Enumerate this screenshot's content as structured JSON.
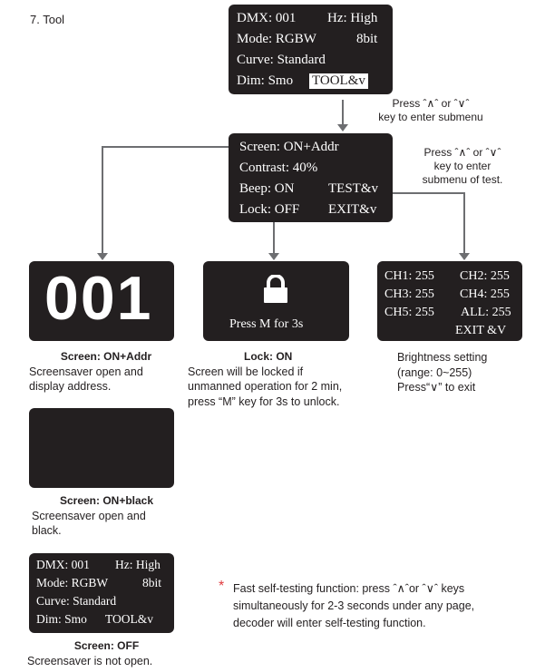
{
  "section_title": "7. Tool",
  "main_screen": {
    "r1_left": "DMX: 001",
    "r1_right": "Hz: High",
    "r2_left": "Mode: RGBW",
    "r2_right": "8bit",
    "r3_left": "Curve: Standard",
    "r4_left": "Dim: Smo",
    "r4_right": "TOOL&v"
  },
  "note_top": [
    "Press ˆ∧ˆ or ˆ∨ˆ",
    "key to enter submenu"
  ],
  "tool_screen": {
    "r1": "Screen: ON+Addr",
    "r2": "Contrast: 40%",
    "r3_left": "Beep: ON",
    "r3_right": "TEST&v",
    "r4_left": "Lock: OFF",
    "r4_right": "EXIT&v"
  },
  "note_right": [
    "Press ˆ∧ˆ or ˆ∨ˆ",
    "key to enter",
    "submenu of test."
  ],
  "addr_screen": {
    "value": "001"
  },
  "addr_caption": {
    "title": "Screen: ON+Addr",
    "lines": [
      "Screensaver open and",
      "display address."
    ]
  },
  "lock_screen": {
    "text": "Press  M  for  3s"
  },
  "lock_caption": {
    "label": "Lock",
    "value": ": ON",
    "lines": [
      "Screen will be locked if",
      "unmanned operation for 2 min,",
      "press “M” key for 3s to unlock."
    ]
  },
  "test_screen": {
    "c1": "CH1: 255",
    "c2": "CH2: 255",
    "c3": "CH3: 255",
    "c4": "CH4: 255",
    "c5": "CH5: 255",
    "all": "ALL: 255",
    "exit": "EXIT &V"
  },
  "test_caption": {
    "lines": [
      "Brightness setting",
      "(range: 0~255)",
      "Press“∨” to exit"
    ]
  },
  "black_caption": {
    "title": "Screen: ON+black",
    "lines": [
      "Screensaver open and",
      "black."
    ]
  },
  "off_screen": {
    "r1_left": "DMX: 001",
    "r1_right": "Hz: High",
    "r2_left": "Mode: RGBW",
    "r2_right": "8bit",
    "r3_left": "Curve: Standard",
    "r4_left": "Dim: Smo",
    "r4_right": "TOOL&v"
  },
  "off_caption": {
    "title": "Screen: OFF",
    "lines": [
      "Screensaver is not open."
    ]
  },
  "footnote": {
    "star": "*",
    "lines": [
      "Fast self-testing function: press ˆ∧ˆor ˆ∨ˆ keys",
      "simultaneously for 2-3 seconds under any page,",
      "decoder will enter self-testing function."
    ]
  },
  "colors": {
    "lcd": "#231f20",
    "arrow": "#6d6e71",
    "star": "#e03a3e"
  }
}
